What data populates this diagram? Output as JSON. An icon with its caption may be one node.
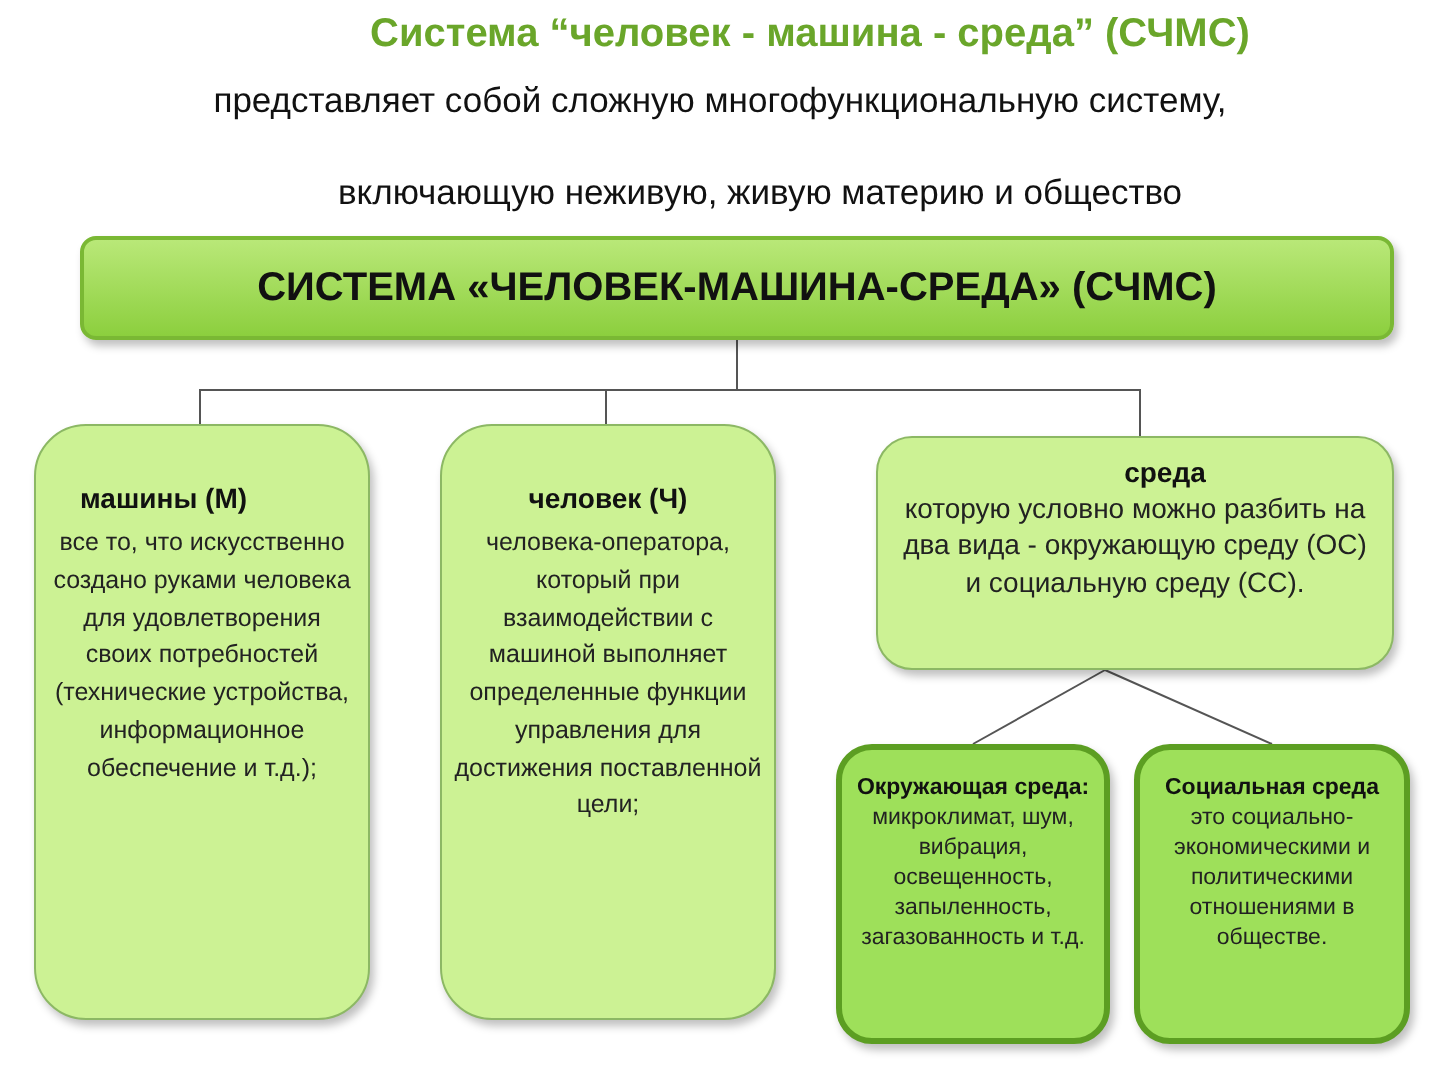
{
  "diagram": {
    "title": "Система “человек - машина - среда” (СЧМС)",
    "nodes": [
      {
        "text": [
          "СИСТЕМА «ЧЕЛОВЕК-МАШИНА-СРЕДА» (СЧМС)"
        ]
      },
      {
        "text": [
          "машины (М)",
          "все то, что искусственно создано руками человека для удовлетворения своих потребностей (технические устройства, информационное обеспечение и т.д.);"
        ]
      },
      {
        "text": [
          "человек (Ч)",
          "человека-оператора, который при взаимодействии с машиной выполняет определенные функции управления для достижения поставленной цели;"
        ]
      },
      {
        "text": [
          "среда",
          "которую условно можно разбить на два вида - окружающую среду (ОС) и социальную среду (СС)."
        ]
      },
      {
        "text": [
          "Окружающая среда:",
          "микроклимат, шум, вибрация, освещенность, запыленность, загазованность и т.д."
        ]
      },
      {
        "text": [
          "Социальная среда",
          "это социально-экономическими и политическими отношениями в обществе."
        ]
      }
    ],
    "edges": [
      {
        "from": 0,
        "to": 1,
        "arrow": "none"
      },
      {
        "from": 0,
        "to": 2,
        "arrow": "none"
      },
      {
        "from": 0,
        "to": 3,
        "arrow": "none"
      },
      {
        "from": 3,
        "to": 4,
        "arrow": "none"
      },
      {
        "from": 3,
        "to": 5,
        "arrow": "none"
      }
    ],
    "labels": [
      "представляет собой сложную многофункциональную систему,",
      "включающую неживую, живую материю и общество"
    ]
  }
}
